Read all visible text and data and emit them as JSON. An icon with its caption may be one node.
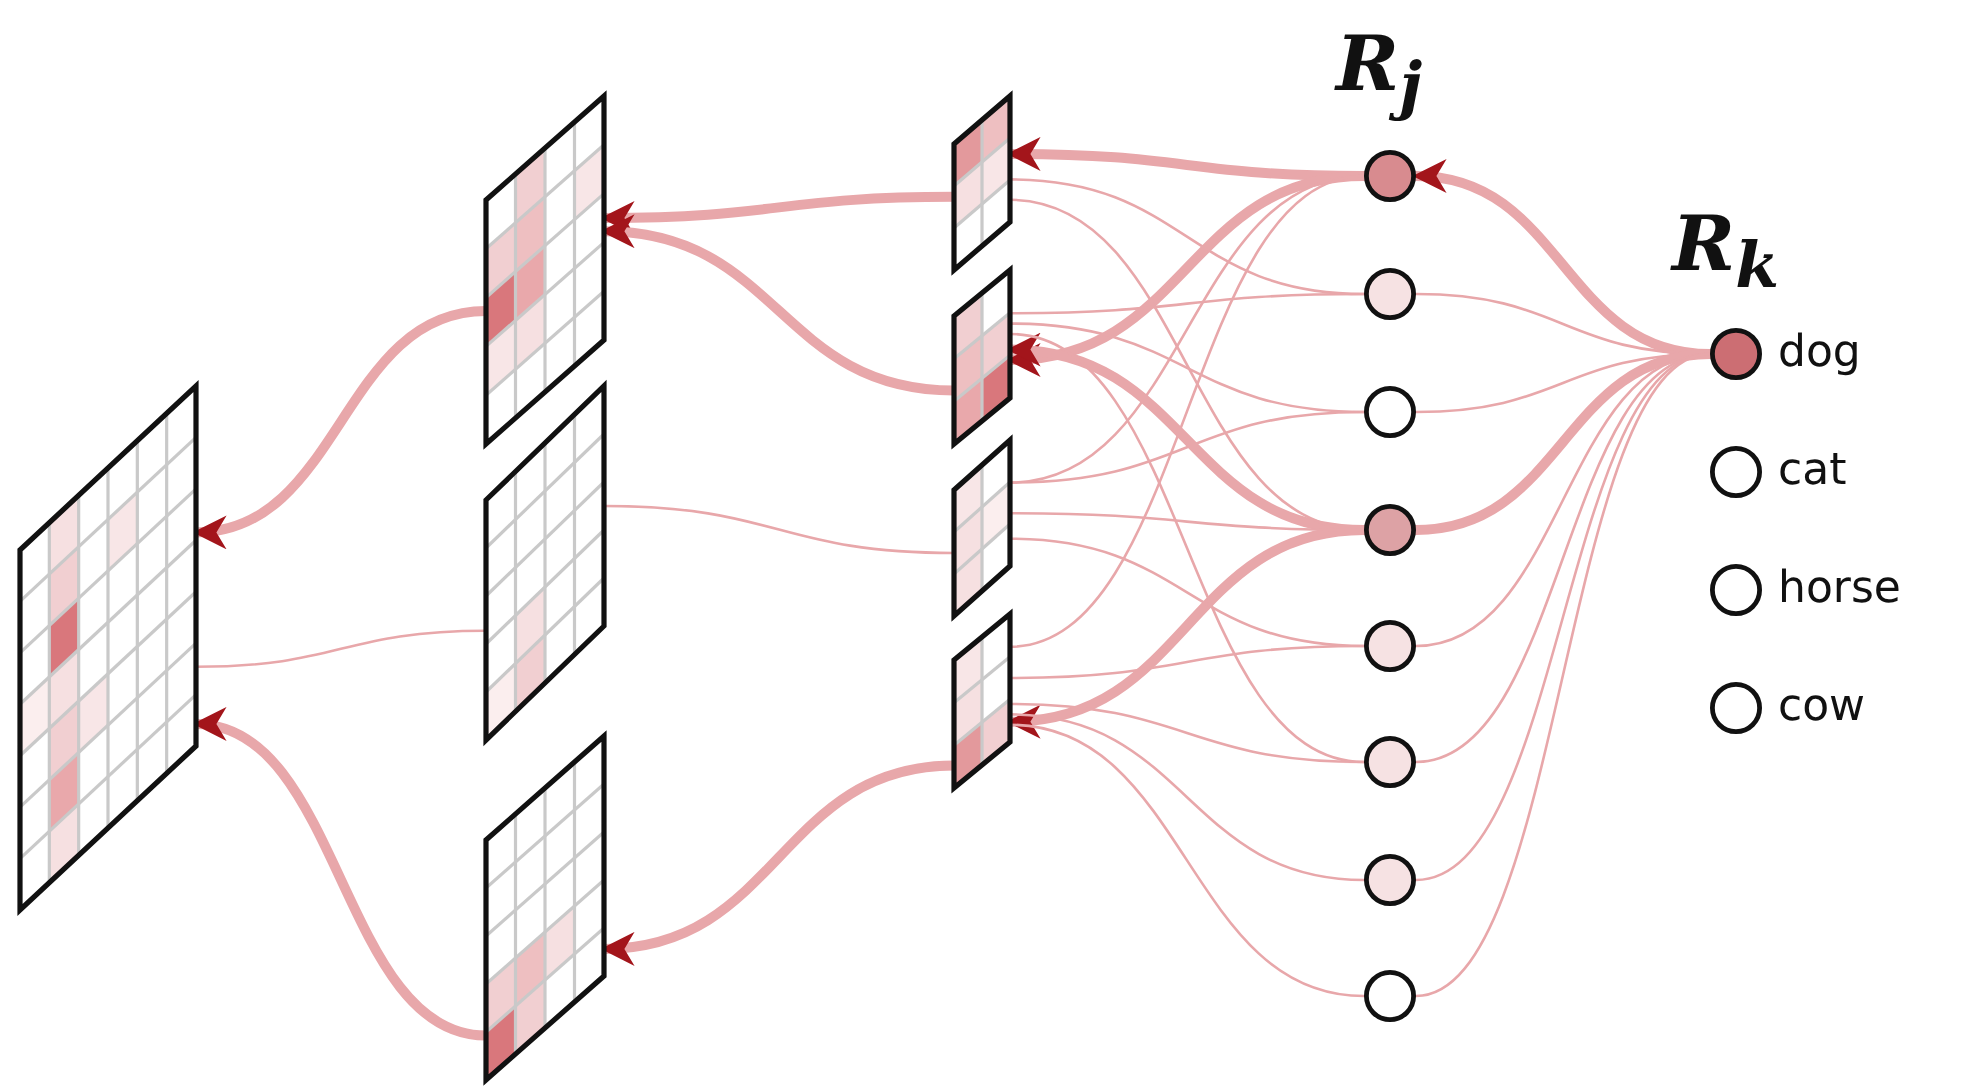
{
  "diagram": {
    "nodes": [
      {
        "text": [],
        "shape": "box"
      },
      {
        "text": [],
        "shape": "box"
      },
      {
        "text": [],
        "shape": "box"
      },
      {
        "text": [],
        "shape": "box"
      },
      {
        "text": [],
        "shape": "box"
      },
      {
        "text": [],
        "shape": "box"
      },
      {
        "text": [],
        "shape": "box"
      },
      {
        "text": [],
        "shape": "box"
      },
      {
        "text": [],
        "shape": "circle"
      },
      {
        "text": [],
        "shape": "circle"
      },
      {
        "text": [],
        "shape": "circle"
      },
      {
        "text": [],
        "shape": "circle"
      },
      {
        "text": [],
        "shape": "circle"
      },
      {
        "text": [],
        "shape": "circle"
      },
      {
        "text": [],
        "shape": "circle"
      },
      {
        "text": [],
        "shape": "circle"
      },
      {
        "text": [
          "dog"
        ]
      },
      {
        "text": [
          "cat"
        ]
      },
      {
        "text": [
          "horse"
        ]
      },
      {
        "text": [
          "cow"
        ]
      }
    ],
    "edges": [
      {
        "from": 16,
        "to": 8,
        "arrow": "to",
        "style": "thick"
      },
      {
        "from": 16,
        "to": 9,
        "arrow": "none"
      },
      {
        "from": 16,
        "to": 10,
        "arrow": "none"
      },
      {
        "from": 16,
        "to": 11,
        "arrow": "none",
        "style": "thick"
      },
      {
        "from": 16,
        "to": 12,
        "arrow": "none"
      },
      {
        "from": 16,
        "to": 13,
        "arrow": "none"
      },
      {
        "from": 16,
        "to": 14,
        "arrow": "none"
      },
      {
        "from": 16,
        "to": 15,
        "arrow": "none"
      },
      {
        "from": 8,
        "to": 4,
        "arrow": "to",
        "style": "thick"
      },
      {
        "from": 8,
        "to": 5,
        "arrow": "to",
        "style": "thick"
      },
      {
        "from": 8,
        "to": 6,
        "arrow": "none"
      },
      {
        "from": 8,
        "to": 7,
        "arrow": "none"
      },
      {
        "from": 9,
        "to": 4,
        "arrow": "none"
      },
      {
        "from": 9,
        "to": 5,
        "arrow": "none"
      },
      {
        "from": 10,
        "to": 5,
        "arrow": "none"
      },
      {
        "from": 10,
        "to": 6,
        "arrow": "none"
      },
      {
        "from": 11,
        "to": 5,
        "arrow": "to",
        "style": "thick"
      },
      {
        "from": 11,
        "to": 7,
        "arrow": "to",
        "style": "thick"
      },
      {
        "from": 11,
        "to": 4,
        "arrow": "none"
      },
      {
        "from": 11,
        "to": 6,
        "arrow": "none"
      },
      {
        "from": 12,
        "to": 6,
        "arrow": "none"
      },
      {
        "from": 12,
        "to": 7,
        "arrow": "none"
      },
      {
        "from": 13,
        "to": 5,
        "arrow": "none"
      },
      {
        "from": 13,
        "to": 7,
        "arrow": "none"
      },
      {
        "from": 14,
        "to": 7,
        "arrow": "none"
      },
      {
        "from": 15,
        "to": 7,
        "arrow": "none"
      },
      {
        "from": 4,
        "to": 1,
        "arrow": "to",
        "style": "thick"
      },
      {
        "from": 5,
        "to": 1,
        "arrow": "to",
        "style": "thick"
      },
      {
        "from": 6,
        "to": 2,
        "arrow": "none"
      },
      {
        "from": 7,
        "to": 3,
        "arrow": "to",
        "style": "thick"
      },
      {
        "from": 1,
        "to": 0,
        "arrow": "to",
        "style": "thick"
      },
      {
        "from": 3,
        "to": 0,
        "arrow": "to",
        "style": "thick"
      },
      {
        "from": 2,
        "to": 0,
        "arrow": "none"
      }
    ],
    "labels": [
      "R$_{j}$",
      "R$_{k}$"
    ]
  }
}
